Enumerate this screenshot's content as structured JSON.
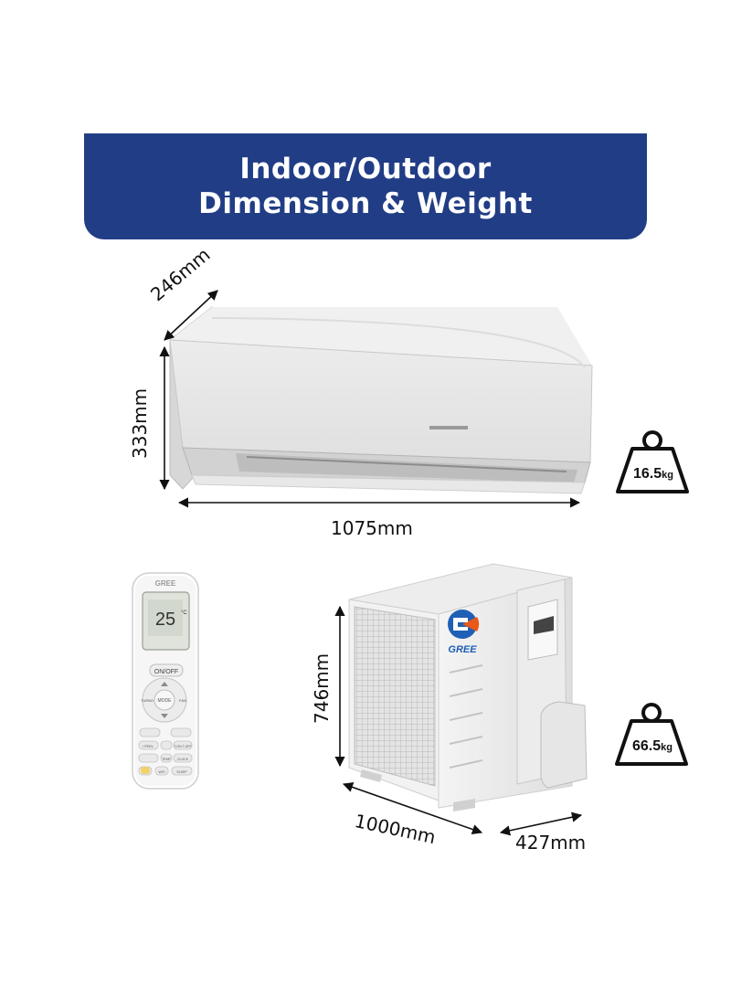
{
  "banner": {
    "line1": "Indoor/Outdoor",
    "line2": "Dimension & Weight"
  },
  "indoor": {
    "depth": "246mm",
    "height": "333mm",
    "width": "1075mm",
    "weight_value": "16.5",
    "weight_unit": "kg"
  },
  "outdoor": {
    "height": "746mm",
    "width": "1000mm",
    "depth": "427mm",
    "weight_value": "66.5",
    "weight_unit": "kg",
    "brand": "GREE"
  },
  "remote": {
    "brand": "GREE",
    "display_temp": "25",
    "display_unit": "°C",
    "keys": {
      "onoff": "ON/OFF",
      "mode": "MODE",
      "turbo": "TURBO",
      "fan": "FAN",
      "ifeel": "I FEEL",
      "timer": "T-ON T-OFF",
      "temp": "TEMP",
      "clock": "CLOCK",
      "sleep": "SLEEP",
      "wifi": "WiFi"
    }
  },
  "icons": [
    "weight-icon",
    "dimension-arrow"
  ]
}
